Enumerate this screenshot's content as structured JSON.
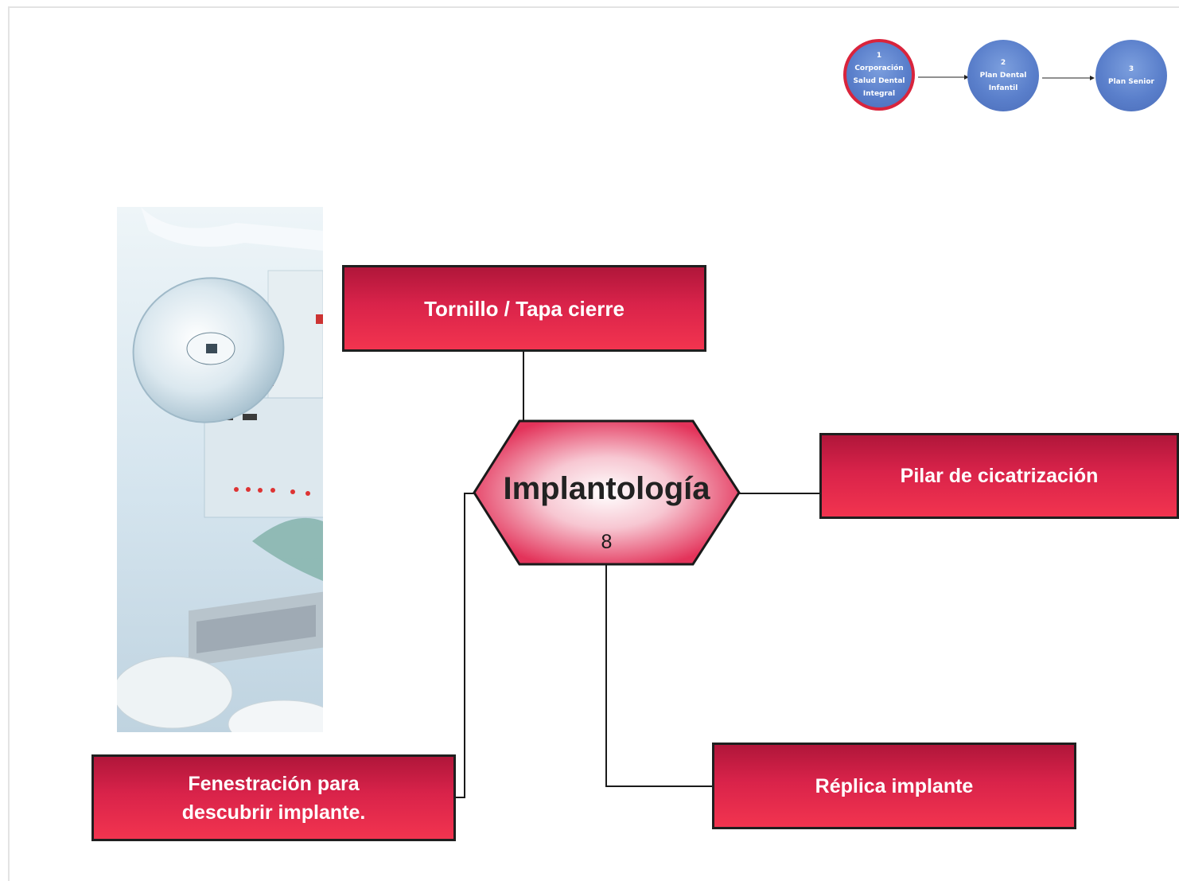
{
  "steps": [
    {
      "number": "1",
      "lines": [
        "Corporación",
        "Salud Dental",
        "Integral"
      ],
      "active": true
    },
    {
      "number": "2",
      "lines": [
        "Plan Dental",
        "Infantil"
      ],
      "active": false
    },
    {
      "number": "3",
      "lines": [
        "Plan Senior"
      ],
      "active": false
    }
  ],
  "center": {
    "title": "Implantología",
    "number": "8"
  },
  "boxes": {
    "top": "Tornillo / Tapa cierre",
    "right": "Pilar de cicatrización",
    "bottom_left": [
      "Fenestración para",
      "descubrir implante."
    ],
    "bottom_right": "Réplica implante"
  },
  "colors": {
    "box_red": "#d9234a",
    "step_blue": "#5a7fcb",
    "active_ring": "#d9243c"
  }
}
